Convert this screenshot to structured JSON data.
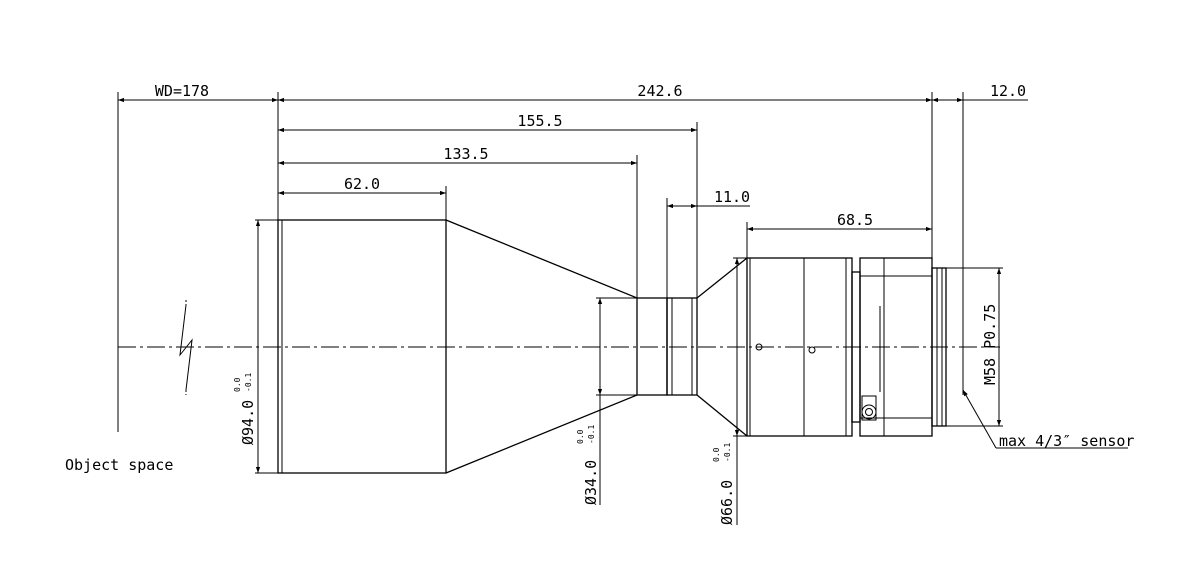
{
  "dimensions": {
    "working_distance": "WD=178",
    "total_length": "242.6",
    "flange_back": "12.0",
    "len_155": "155.5",
    "len_133": "133.5",
    "len_62": "62.0",
    "len_11": "11.0",
    "len_68": "68.5"
  },
  "diameters": {
    "front": {
      "value": "Ø94.0",
      "tol_upper": "0.0",
      "tol_lower": "-0.1"
    },
    "waist": {
      "value": "Ø34.0",
      "tol_upper": "0.0",
      "tol_lower": "-0.1"
    },
    "rear": {
      "value": "Ø66.0",
      "tol_upper": "0.0",
      "tol_lower": "-0.1"
    }
  },
  "mount": "M58 P0.75",
  "labels": {
    "object_space": "Object space",
    "sensor": "max 4/3″ sensor"
  }
}
